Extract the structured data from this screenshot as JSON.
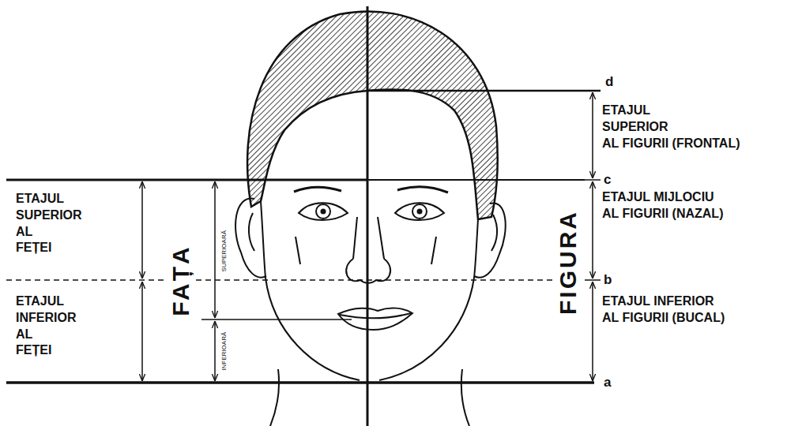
{
  "diagram": {
    "labels": [
      "d",
      "ETAJUL SUPERIOR AL FIGURII (FRONTAL)",
      "c",
      "ETAJUL SUPERIOR AL FEȚEI",
      "ETAJUL MIJLOCIU AL FIGURII (NAZAL)",
      "FAȚA",
      "SUPERIOARĂ",
      "FIGURA",
      "b",
      "ETAJUL INFERIOR AL FEȚEI",
      "ETAJUL INFERIOR AL FIGURII (BUCAL)",
      "INFERIOARĂ",
      "a"
    ]
  }
}
